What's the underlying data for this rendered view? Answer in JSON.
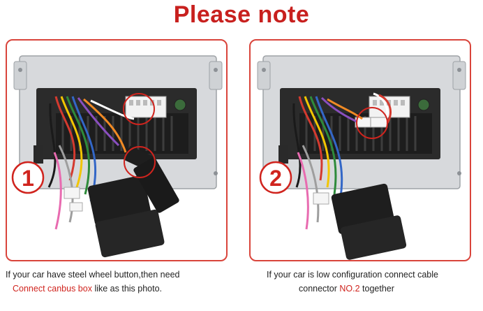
{
  "title": "Please note",
  "colors": {
    "accent": "#c8201e",
    "panel_border": "#d9443b"
  },
  "panels": [
    {
      "badge": "1"
    },
    {
      "badge": "2"
    }
  ],
  "captions": {
    "left": {
      "line1": "If your car have steel wheel button,then need",
      "line2_highlight": "Connect canbus box",
      "line2_rest": " like as this photo."
    },
    "right": {
      "line1": "If your car is low configuration connect cable",
      "line2_prefix": "connector ",
      "line2_highlight": "NO.2",
      "line2_rest": " together"
    }
  }
}
